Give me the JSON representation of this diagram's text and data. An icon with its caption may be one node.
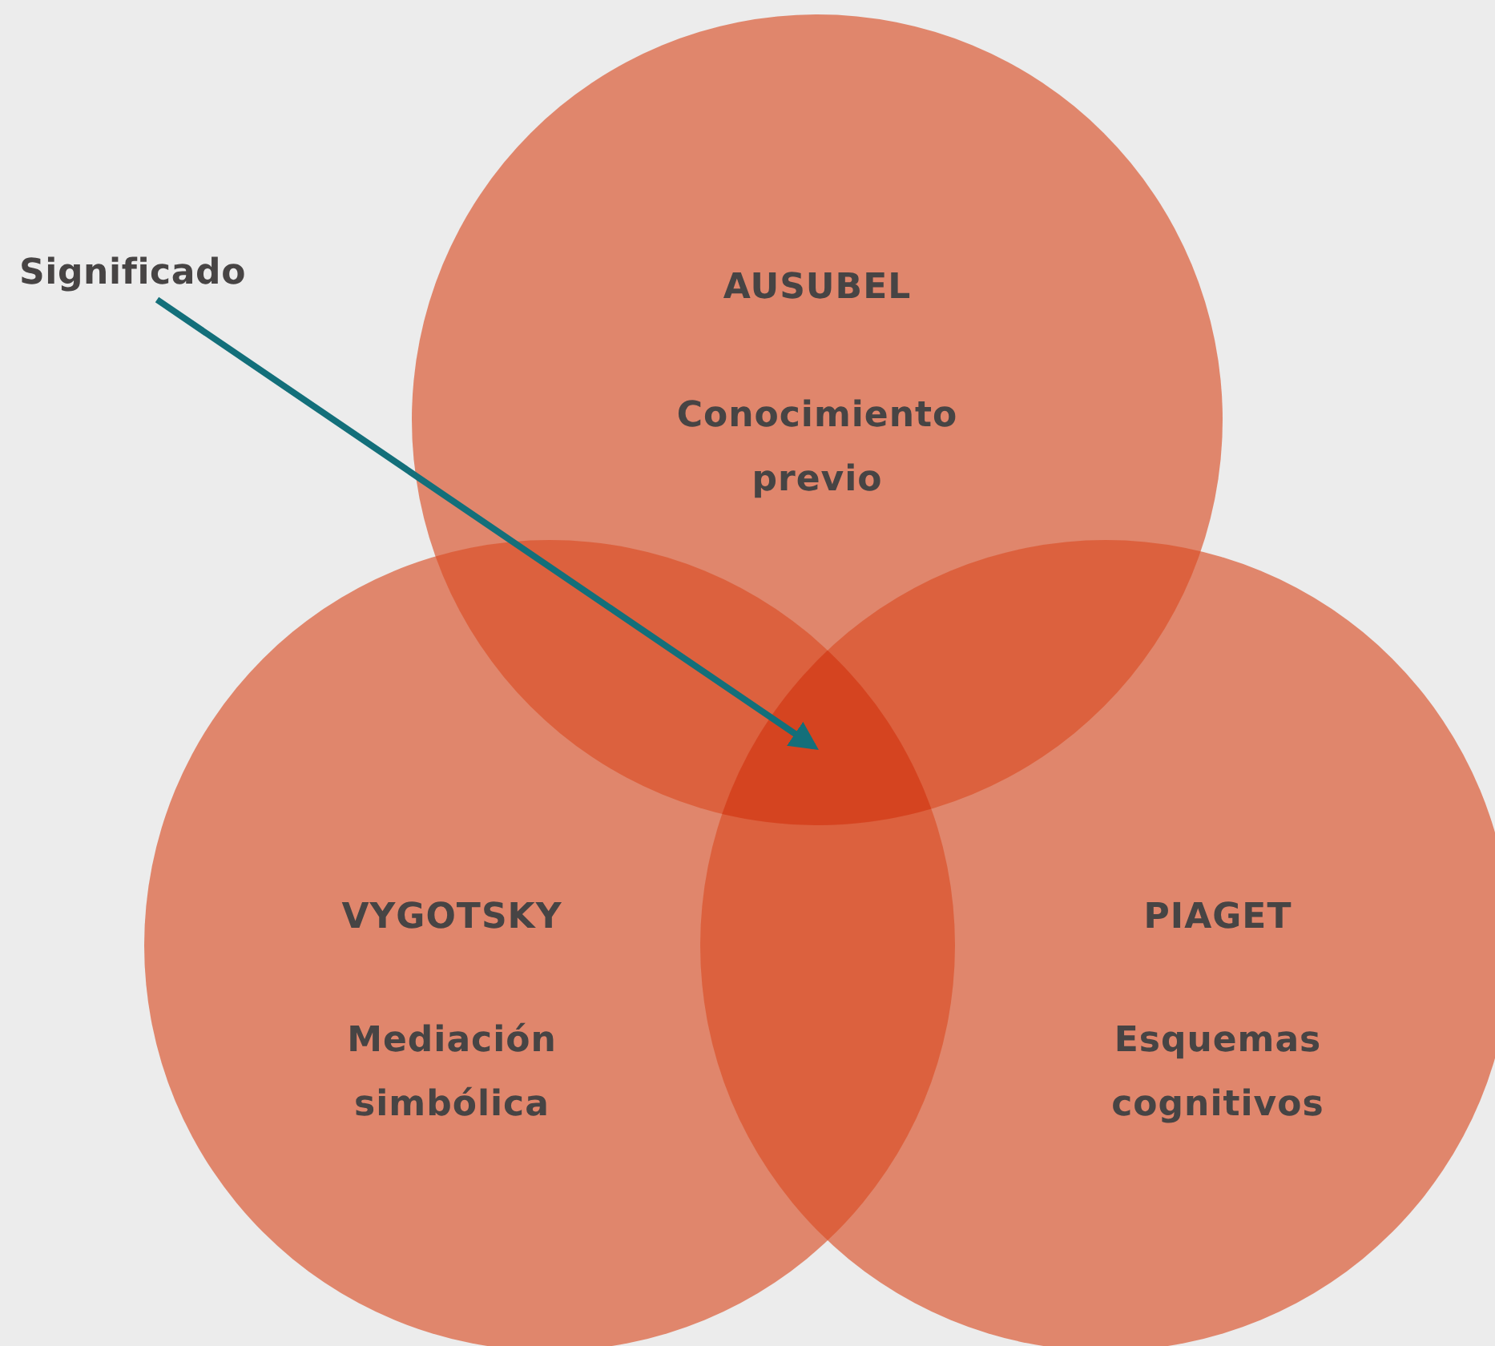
{
  "diagram": {
    "nodes": [
      {
        "text": [
          "AUSUBEL",
          "Conocimiento previo"
        ]
      },
      {
        "text": [
          "VYGOTSKY",
          "Mediación simbólica"
        ]
      },
      {
        "text": [
          "PIAGET",
          "Esquemas cognitivos"
        ]
      },
      {
        "text": [
          "Significado"
        ]
      },
      {
        "text": [],
        "shape": "region"
      }
    ],
    "edges": [
      {
        "from": 3,
        "to": 4,
        "arrow": "to"
      }
    ]
  }
}
